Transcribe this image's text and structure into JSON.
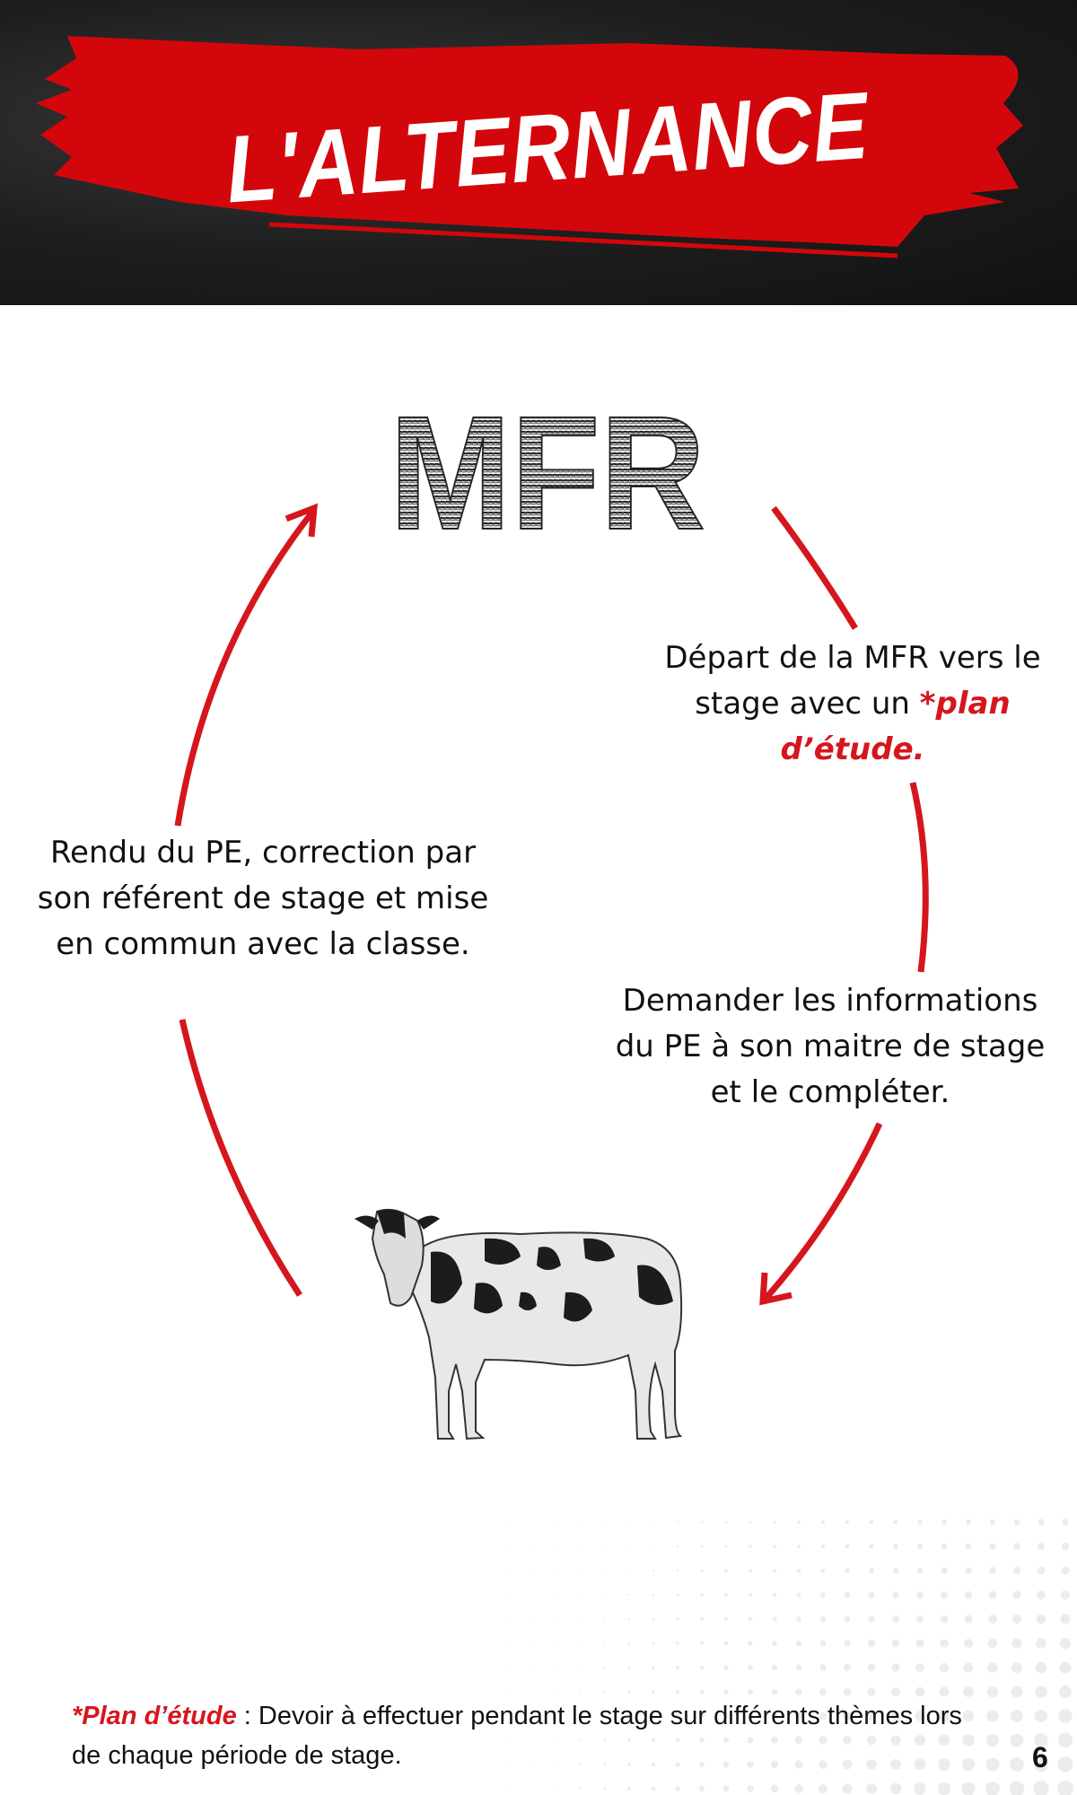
{
  "header": {
    "title": "L'ALTERNANCE"
  },
  "logo": {
    "text": "MFR"
  },
  "cycle": {
    "step1": {
      "text": "Départ de la MFR vers le stage avec un ",
      "highlight": "*plan d’étude."
    },
    "step2": {
      "text": "Demander les informations du PE à son maitre de stage et le compléter."
    },
    "step3": {
      "text": "Rendu du PE, correction par son référent de stage et mise en commun avec la classe."
    }
  },
  "footnote": {
    "term": "*Plan d’étude",
    "definition": " : Devoir à effectuer pendant le stage sur différents thèmes lors de chaque période de stage."
  },
  "page_number": "6",
  "colors": {
    "accent": "#d5161d",
    "header_bg": "#1e1e1e"
  }
}
